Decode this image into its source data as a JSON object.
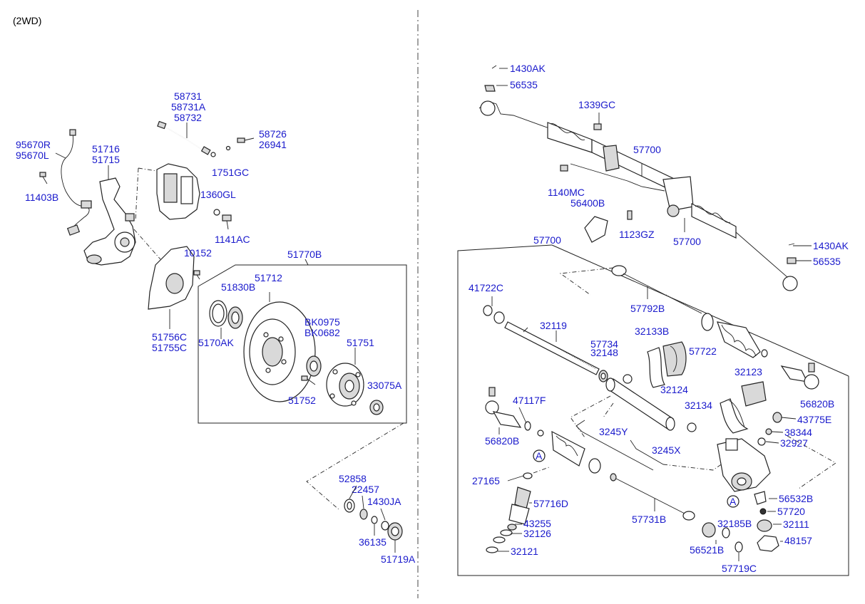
{
  "header": "(2WD)",
  "colors": {
    "label": "#1a1acc",
    "line": "#222222",
    "background": "#ffffff"
  },
  "left": {
    "labels": {
      "p58731": "58731",
      "p58731A": "58731A",
      "p58732": "58732",
      "p95670R": "95670R",
      "p95670L": "95670L",
      "p51716": "51716",
      "p51715": "51715",
      "p58726": "58726",
      "p26941": "26941",
      "p1751GC": "1751GC",
      "p11403B": "11403B",
      "p1360GL": "1360GL",
      "p1141AC": "1141AC",
      "p10152": "10152",
      "p51770B": "51770B",
      "p51712": "51712",
      "p51830B": "51830B",
      "p5170AK": "5170AK",
      "p51756C": "51756C",
      "p51755C": "51755C",
      "pBK0975": "BK0975",
      "pBK0682": "BK0682",
      "p51751": "51751",
      "p33075A": "33075A",
      "p51752": "51752",
      "p52858": "52858",
      "p22457": "22457",
      "p1430JA": "1430JA",
      "p36135": "36135",
      "p51719A": "51719A"
    }
  },
  "right": {
    "labels": {
      "p1430AK_a": "1430AK",
      "p56535_a": "56535",
      "p1339GC": "1339GC",
      "p57700_a": "57700",
      "p1140MC": "1140MC",
      "p56400B": "56400B",
      "p1123GZ": "1123GZ",
      "p57700_b": "57700",
      "p1430AK_b": "1430AK",
      "p56535_b": "56535",
      "p57700_c": "57700",
      "p41722C": "41722C",
      "p57792B": "57792B",
      "p32119": "32119",
      "p32133B": "32133B",
      "p57734": "57734",
      "p32148": "32148",
      "p57722": "57722",
      "p32124": "32124",
      "p32123": "32123",
      "p56820B_a": "56820B",
      "p47117F": "47117F",
      "p32134": "32134",
      "p43775E": "43775E",
      "p56820B_b": "56820B",
      "p3245Y": "3245Y",
      "p38344": "38344",
      "p32927": "32927",
      "p3245X": "3245X",
      "pA_1": "A",
      "p27165": "27165",
      "p56532B": "56532B",
      "pA_2": "A",
      "p57716D": "57716D",
      "p57720": "57720",
      "p57731B": "57731B",
      "p43255": "43255",
      "p32185B": "32185B",
      "p32111": "32111",
      "p32126": "32126",
      "p48157": "48157",
      "p56521B": "56521B",
      "p32121": "32121",
      "p57719C": "57719C"
    }
  }
}
